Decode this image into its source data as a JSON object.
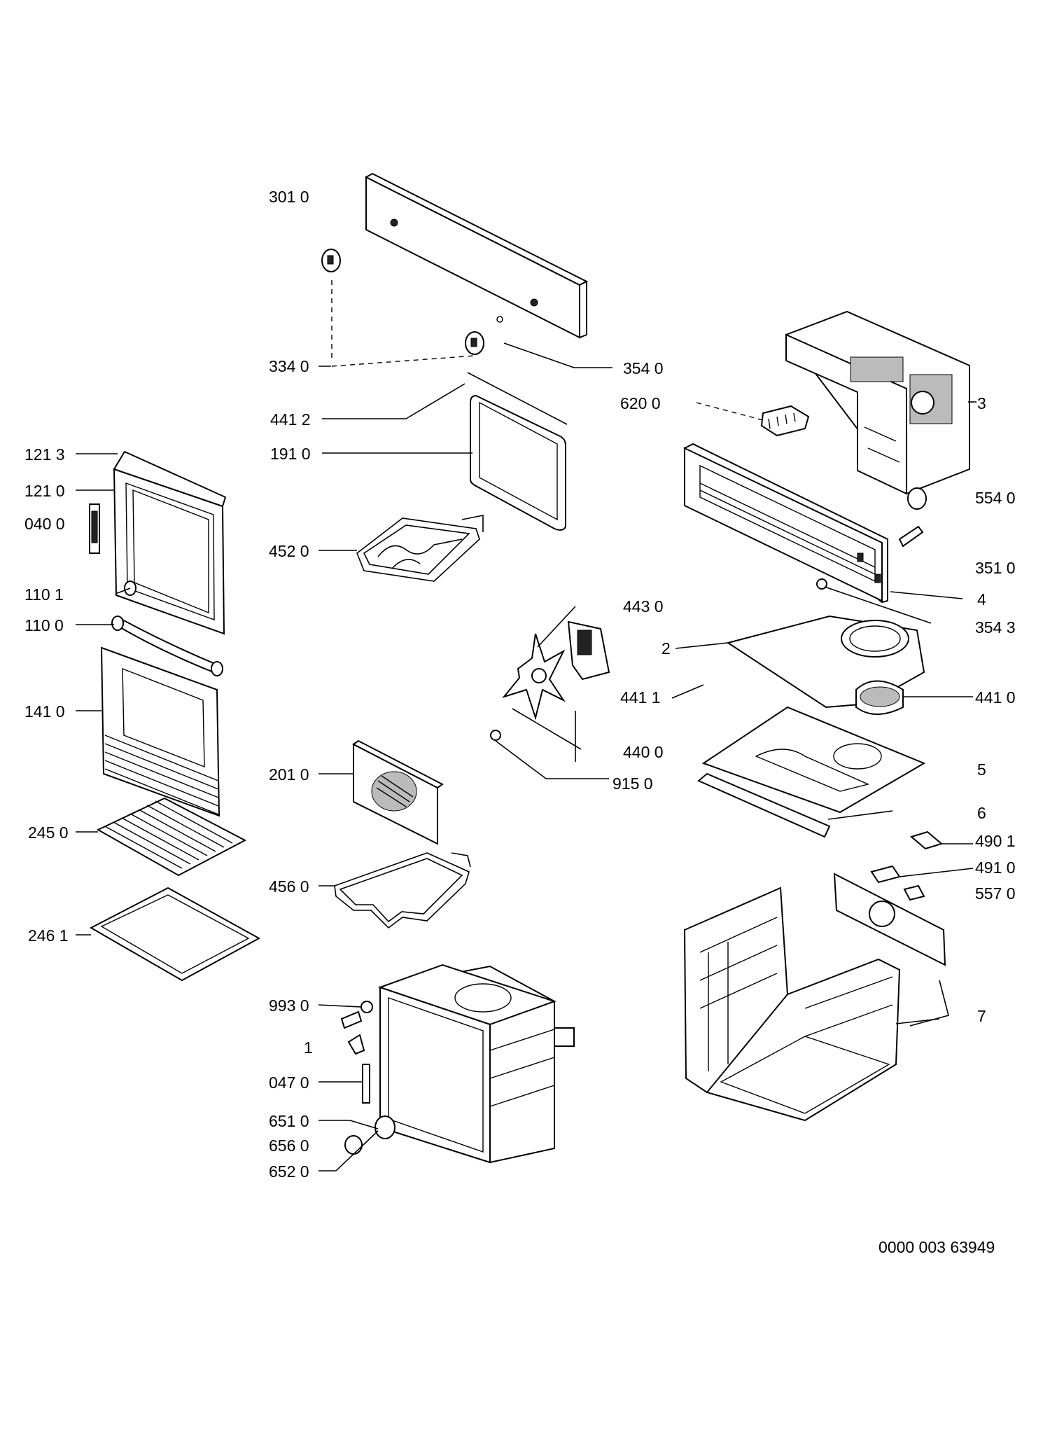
{
  "labels": {
    "p3010": "301 0",
    "p3340": "334 0",
    "p3540": "354 0",
    "p4412": "441 2",
    "p1910": "191 0",
    "p4520": "452 0",
    "p1213": "121 3",
    "p1210": "121 0",
    "p0400": "040 0",
    "p1101": "110 1",
    "p1100": "110 0",
    "p1410": "141 0",
    "p2450": "245 0",
    "p2461": "246 1",
    "p2010": "201 0",
    "p4560": "456 0",
    "p9930": "993 0",
    "p1": "1",
    "p0470": "047 0",
    "p6510": "651 0",
    "p6560": "656 0",
    "p6520": "652 0",
    "p4430": "443 0",
    "p4411": "441 1",
    "p4400": "440 0",
    "p9150": "915 0",
    "p6200": "620 0",
    "p3": "3",
    "p5540": "554 0",
    "p3510": "351 0",
    "p4": "4",
    "p3543": "354 3",
    "p2": "2",
    "p4410": "441 0",
    "p5": "5",
    "p6": "6",
    "p4901": "490 1",
    "p4910": "491 0",
    "p5570": "557 0",
    "p7": "7"
  },
  "document_id": "0000 003 63949"
}
